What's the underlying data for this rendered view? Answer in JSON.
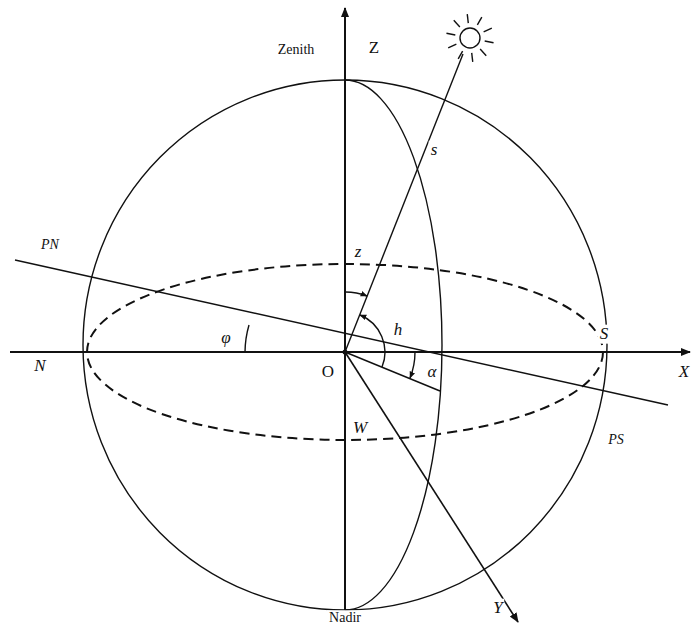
{
  "diagram": {
    "labels": [
      "Zenith",
      "Z",
      "PN",
      "φ",
      "N",
      "O",
      "h",
      "α",
      "S",
      "X",
      "W",
      "PS",
      "Y",
      "Nadir",
      "s",
      "z"
    ]
  }
}
